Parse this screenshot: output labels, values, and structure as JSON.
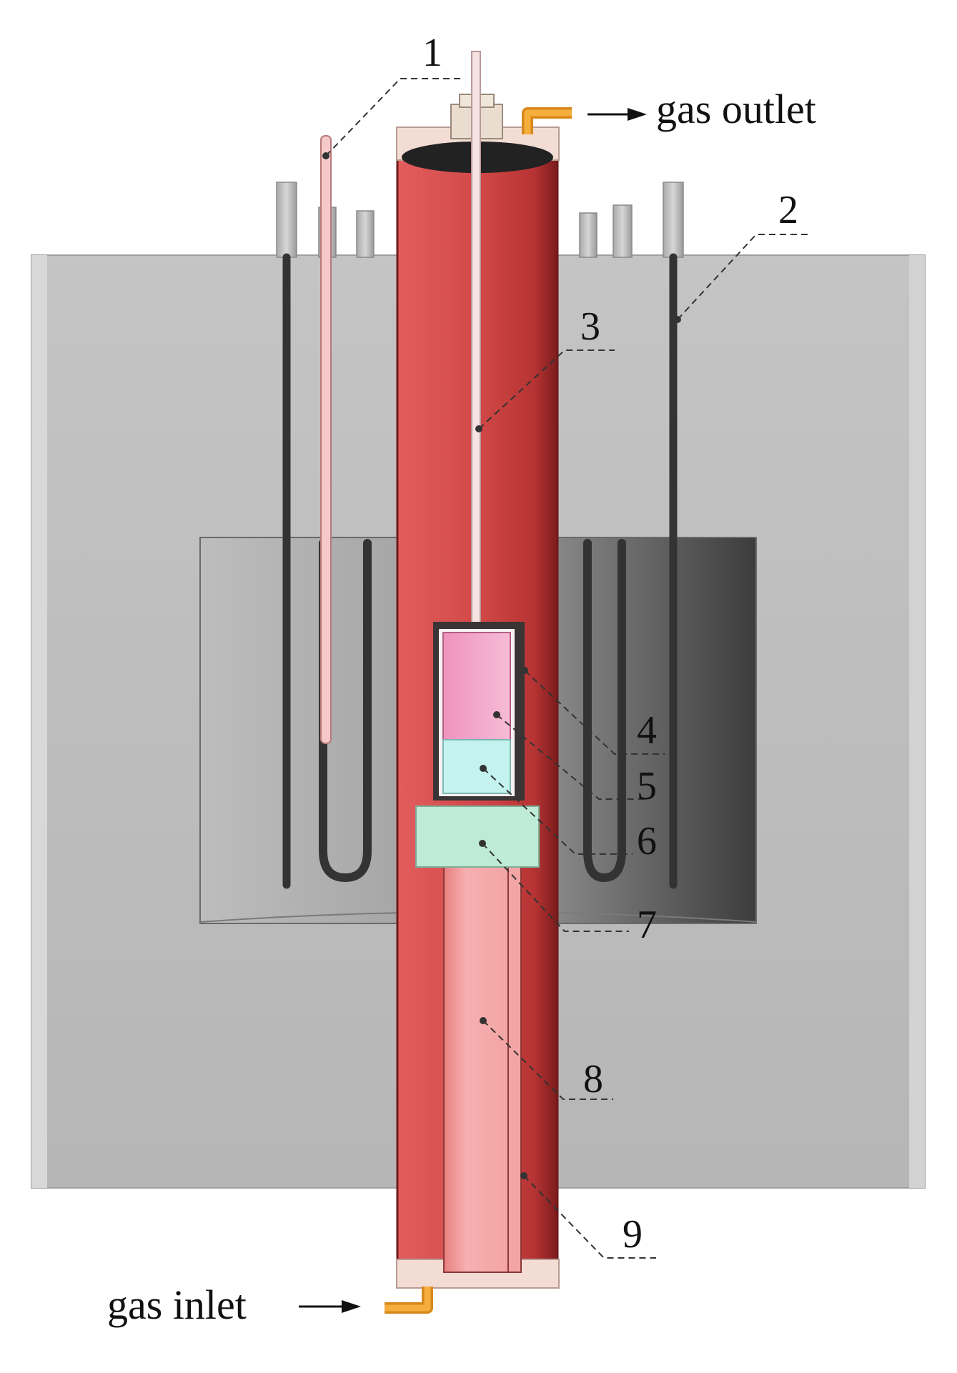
{
  "diagram": {
    "labels": [
      "1",
      "2",
      "3",
      "4",
      "5",
      "6",
      "7",
      "8",
      "9"
    ],
    "gas_outlet": "gas outlet",
    "gas_inlet": "gas inlet"
  },
  "colors": {
    "furnace_body": "#b8b8b8",
    "furnace_inner": "#8f8f8f",
    "tube_red": "#cf4a4a",
    "tube_dark": "#8c2020",
    "support_tube": "#f2a6a6",
    "crucible_pink": "#f0a3c6",
    "sample_cyan": "#bff0ec",
    "base_green": "#b7ead0",
    "heater_dark": "#3a3a3a",
    "connector_orange": "#f2a12e"
  }
}
